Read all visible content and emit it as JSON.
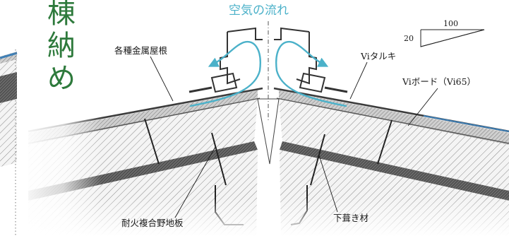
{
  "title_chars": [
    "棟",
    "納",
    "め"
  ],
  "air_flow_label": "空気の流れ",
  "labels": {
    "metal_roof": "各種金属屋根",
    "vi_taruki": "Viタルキ",
    "vi_board": "Viボード（Vi65）",
    "fireproof_board": "耐火複合野地板",
    "underlay": "下葺き材"
  },
  "slope_scale": {
    "rise": "20",
    "run": "100"
  },
  "colors": {
    "title": "#2e7a3c",
    "airflow": "#4bb1c9",
    "roofing": "#3c3c3c",
    "roof_edge_blue": "#3f7fb5"
  }
}
